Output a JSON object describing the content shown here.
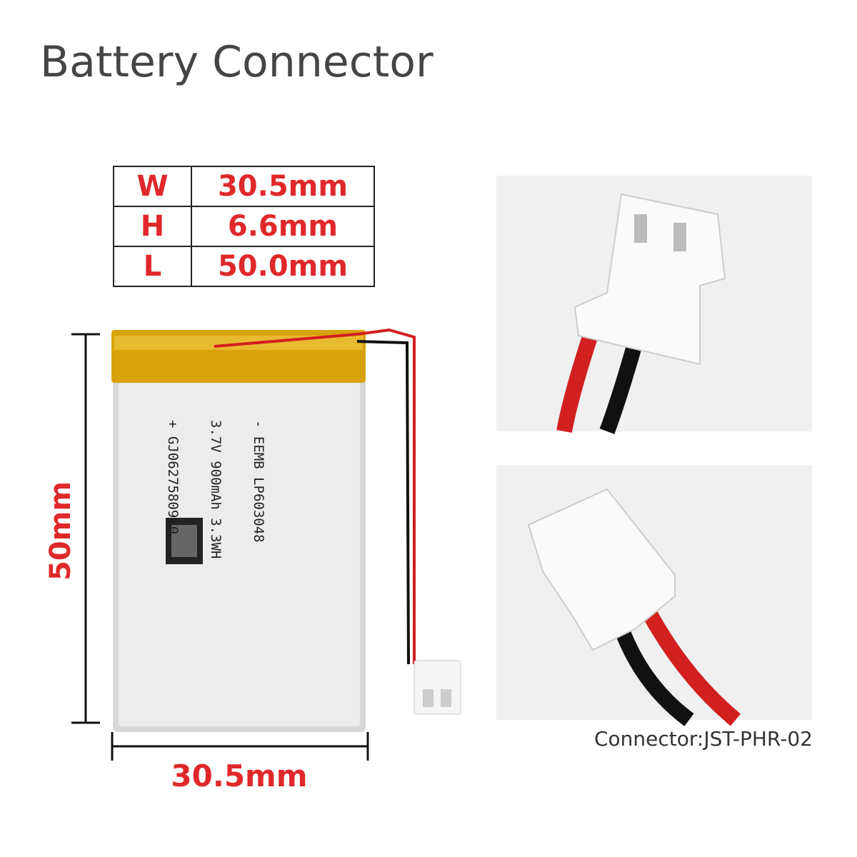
{
  "title": "Battery Connector",
  "dimensions_table": [
    {
      "key": "W",
      "value": "30.5mm"
    },
    {
      "key": "H",
      "value": "6.6mm"
    },
    {
      "key": "L",
      "value": "50.0mm"
    }
  ],
  "battery": {
    "height_label": "50mm",
    "width_label": "30.5mm",
    "label_lines": [
      "- EEMB LP603048",
      "3.7V 900mAh 3.3WH",
      "+ GJ0627580980"
    ]
  },
  "connector_caption": "Connector:JST-PHR-02",
  "colors": {
    "accent": "#e0282a",
    "tape": "#d9a20a",
    "wire_red": "#d21f1f",
    "wire_black": "#111111"
  }
}
